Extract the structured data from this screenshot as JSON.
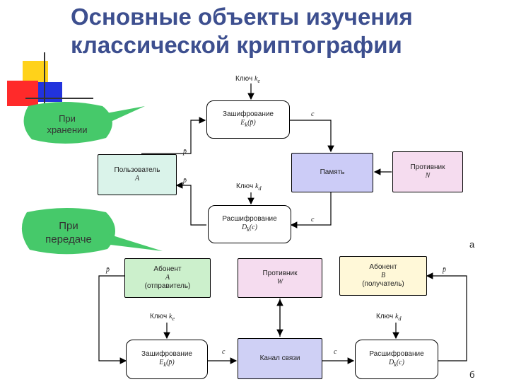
{
  "title": {
    "line1": "Основные объекты изучения",
    "line2": "классической криптографии"
  },
  "colors": {
    "title": "#3d4f8f",
    "bubble": "#46c96a",
    "memory": "#ccccf7",
    "adversary": "#f5dcef",
    "user": "#daf3ea",
    "channel": "#cfd0f5",
    "abonentA": "#ccf0cc",
    "abonentB": "#fff8d8",
    "deco_yellow": "#ffd21a",
    "deco_red": "#ff2a2a",
    "deco_blue": "#2233dd"
  },
  "bubbles": {
    "storage": {
      "line1": "При",
      "line2": "хранении"
    },
    "transmission": {
      "line1": "При",
      "line2": "передаче"
    }
  },
  "diagram_a": {
    "key_encrypt": {
      "text": "Ключ",
      "var": "k",
      "sub": "e"
    },
    "encrypt": {
      "line1": "Зашифрование",
      "line2": "E",
      "sub": "k",
      "arg": "(p̄)"
    },
    "user": {
      "line1": "Пользователь",
      "line2": "A"
    },
    "memory": {
      "label": "Память"
    },
    "adversary": {
      "line1": "Противник",
      "line2": "N"
    },
    "key_decrypt": {
      "text": "Ключ",
      "var": "k",
      "sub": "d"
    },
    "decrypt": {
      "line1": "Расшифрование",
      "line2": "D",
      "sub": "k",
      "arg": "(c)"
    },
    "p_top": "p̄",
    "p_bottom": "p̄",
    "c_right": "c",
    "c_bottom": "c",
    "caption": "а"
  },
  "diagram_b": {
    "abonentA": {
      "line1": "Абонент",
      "line2": "A",
      "line3": "(отправитель)"
    },
    "adversary": {
      "line1": "Противник",
      "line2": "W"
    },
    "abonentB": {
      "line1": "Абонент",
      "line2": "B",
      "line3": "(получатель)"
    },
    "key_encrypt": {
      "text": "Ключ",
      "var": "k",
      "sub": "e"
    },
    "key_decrypt": {
      "text": "Ключ",
      "var": "k",
      "sub": "d"
    },
    "encrypt": {
      "line1": "Зашифрование",
      "line2": "E",
      "sub": "k",
      "arg": "(p̄)"
    },
    "channel": {
      "label": "Канал связи"
    },
    "decrypt": {
      "line1": "Расшифрование",
      "line2": "D",
      "sub": "k",
      "arg": "(c)"
    },
    "p_left": "p̄",
    "p_right": "p̄",
    "c_left": "c",
    "c_right": "c",
    "caption": "б"
  }
}
